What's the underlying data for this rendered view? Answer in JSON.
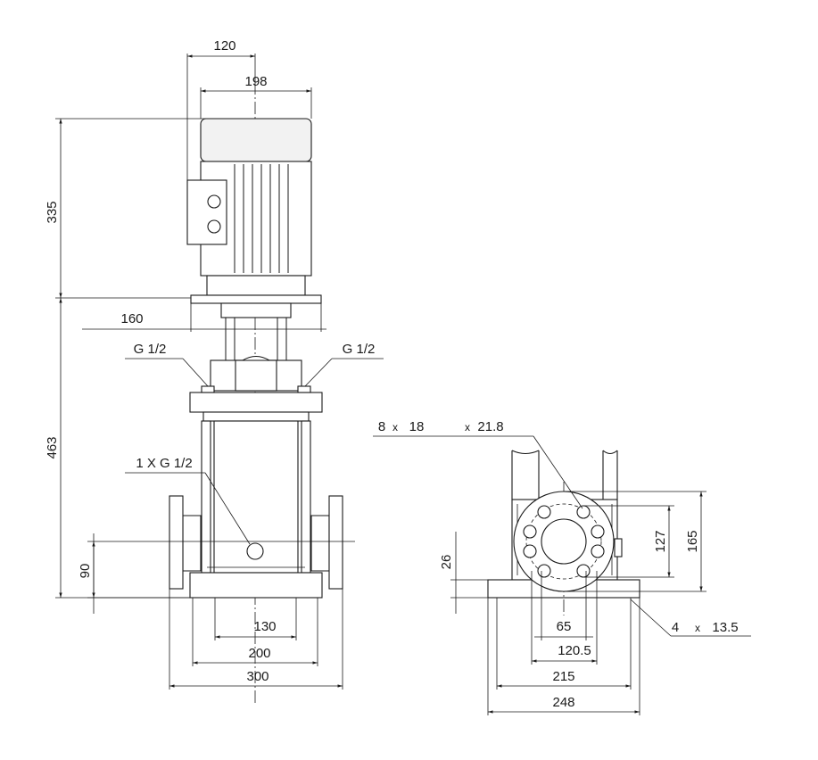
{
  "drawing": {
    "front_view": {
      "dims": {
        "motor_offset": "120",
        "motor_width": "198",
        "motor_height": "335",
        "stool_width": "160",
        "vent_left": "G 1/2",
        "vent_right": "G 1/2",
        "pump_height": "463",
        "drain": "1 X G 1/2",
        "inlet_height": "90",
        "base_inner": "130",
        "base_mid": "200",
        "port_to_port": "300"
      }
    },
    "side_view": {
      "dims": {
        "flange_holes": "8",
        "flange_hole_dia": "18",
        "flange_x": "x",
        "bolt_circle": "21.8",
        "bolt_circle_x": "x",
        "pcd_inner": "127",
        "flange_outer": "165",
        "base_thickness": "26",
        "bore": "65",
        "bolt_pcd": "120.5",
        "base_holes": "4",
        "base_holes_x": "x",
        "base_hole_dia": "13.5",
        "base_hole_spacing": "215",
        "base_width": "248"
      }
    }
  }
}
